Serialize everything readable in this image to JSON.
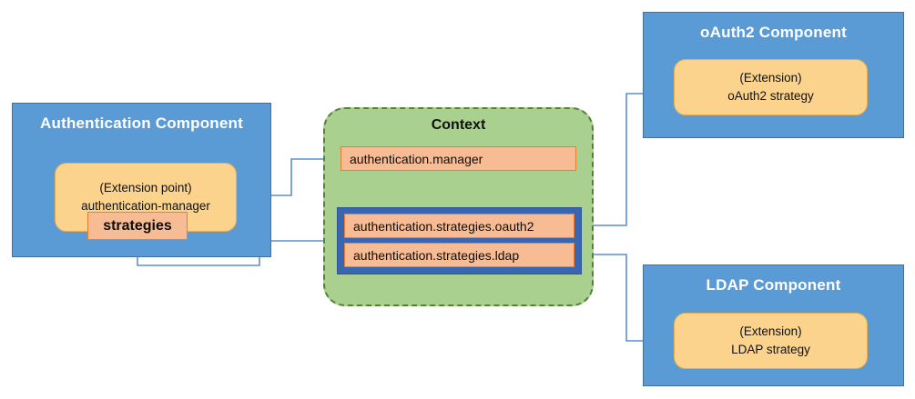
{
  "diagram": {
    "title": "Authentication extension point / extension diagram",
    "colors": {
      "component_blue": "#5B9BD5",
      "component_border": "#41719C",
      "extension_yellow": "#FBD38D",
      "extension_border": "#E8AE4E",
      "key_orange": "#F8BC94",
      "key_border": "#ED7D31",
      "context_green": "#A9D08E",
      "context_border": "#548235",
      "group_blue": "#3A66B0",
      "connector_blue": "#5B8FD0"
    }
  },
  "authentication_component": {
    "title": "Authentication Component",
    "extension_point": {
      "line1": "(Extension point)",
      "line2": "authentication-manager"
    },
    "strategies_key": "strategies"
  },
  "context": {
    "title": "Context",
    "manager_key": "authentication.manager",
    "strategy_keys": [
      "authentication.strategies.oauth2",
      "authentication.strategies.ldap"
    ]
  },
  "oauth2_component": {
    "title": "oAuth2 Component",
    "extension": {
      "line1": "(Extension)",
      "line2": "oAuth2 strategy"
    }
  },
  "ldap_component": {
    "title": "LDAP Component",
    "extension": {
      "line1": "(Extension)",
      "line2": "LDAP strategy"
    }
  }
}
